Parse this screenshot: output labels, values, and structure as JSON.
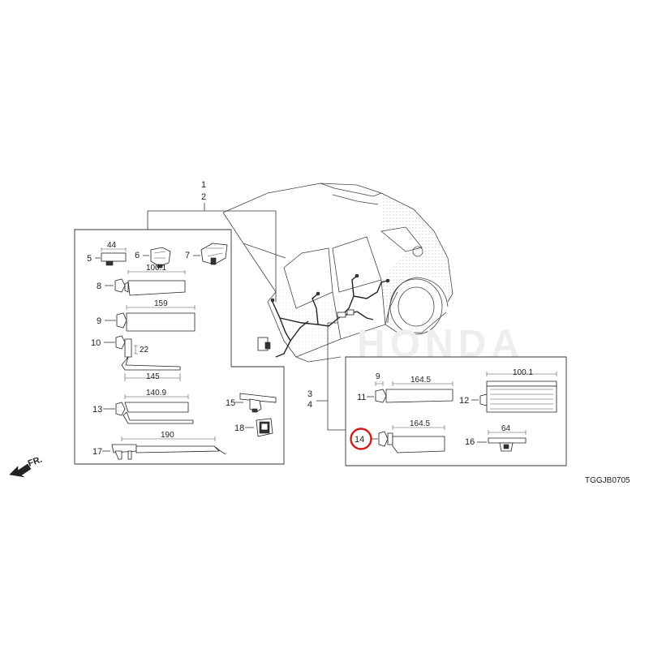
{
  "diagram_code": "TGGJB0705",
  "front_arrow_label": "FR.",
  "watermark": "HONDA",
  "highlight_color": "#d11a1a",
  "callouts": {
    "top_group": [
      "1",
      "2"
    ],
    "right_group": [
      "3",
      "4"
    ]
  },
  "parts": [
    {
      "no": "5",
      "dims": [
        "44"
      ]
    },
    {
      "no": "6",
      "dims": []
    },
    {
      "no": "7",
      "dims": []
    },
    {
      "no": "8",
      "dims": [
        "100.1"
      ]
    },
    {
      "no": "9",
      "dims": [
        "159"
      ]
    },
    {
      "no": "10",
      "dims": [
        "22",
        "145"
      ]
    },
    {
      "no": "11",
      "dims": [
        "9",
        "164.5"
      ]
    },
    {
      "no": "12",
      "dims": [
        "100.1"
      ],
      "highlighted": true
    },
    {
      "no": "13",
      "dims": [
        "140.9"
      ]
    },
    {
      "no": "14",
      "dims": [
        "164.5"
      ]
    },
    {
      "no": "15",
      "dims": []
    },
    {
      "no": "16",
      "dims": [
        "64"
      ]
    },
    {
      "no": "17",
      "dims": [
        "190"
      ]
    },
    {
      "no": "18",
      "dims": []
    }
  ]
}
